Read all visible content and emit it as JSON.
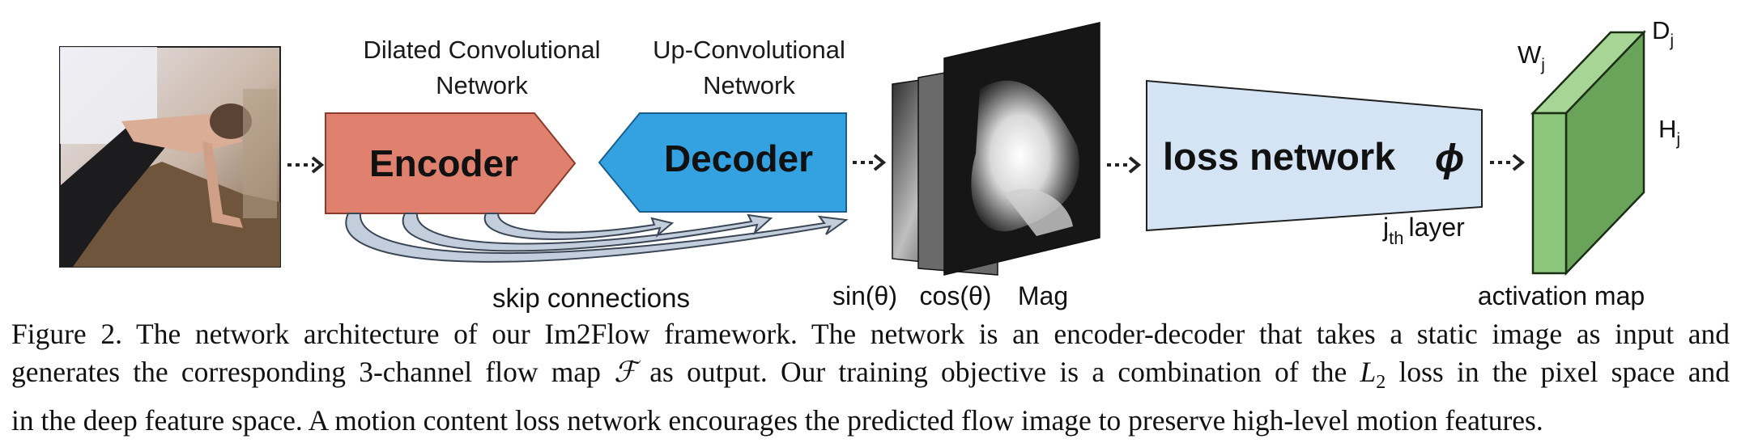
{
  "encoder": {
    "title_line1": "Dilated Convolutional",
    "title_line2": "Network",
    "label": "Encoder"
  },
  "decoder": {
    "title_line1": "Up-Convolutional",
    "title_line2": "Network",
    "label": "Decoder"
  },
  "skip": {
    "label": "skip connections"
  },
  "flow": {
    "sin": "sin(θ)",
    "cos": "cos(θ)",
    "mag": "Mag"
  },
  "loss": {
    "label": "loss network",
    "phi": "ϕ",
    "layer_j": "j",
    "layer_sub": "th",
    "layer_word": "layer"
  },
  "activation": {
    "label": "activation map",
    "w": "W",
    "h": "H",
    "d": "D",
    "sub": "j"
  },
  "colors": {
    "encoder": "#e0806f",
    "decoder": "#34a2e0",
    "loss": "#d4e4f4",
    "cube_front": "#8dc77b",
    "cube_side": "#6aa35a",
    "skip_arrow": "#c2cedb"
  },
  "caption": {
    "prefix": "Figure 2.",
    "line1": "The network architecture of our Im2Flow framework. The network is an encoder-decoder that takes a static image as input and",
    "line2a": "generates the corresponding 3-channel flow map",
    "line2_symbol": "ℱ",
    "line2b": "as output. Our training objective is a combination of the",
    "line2_L": "L",
    "line2_sub": "2",
    "line2c": "loss in the pixel space and",
    "line3": "in the deep feature space. A motion content loss network encourages the predicted flow image to preserve high-level motion features."
  }
}
